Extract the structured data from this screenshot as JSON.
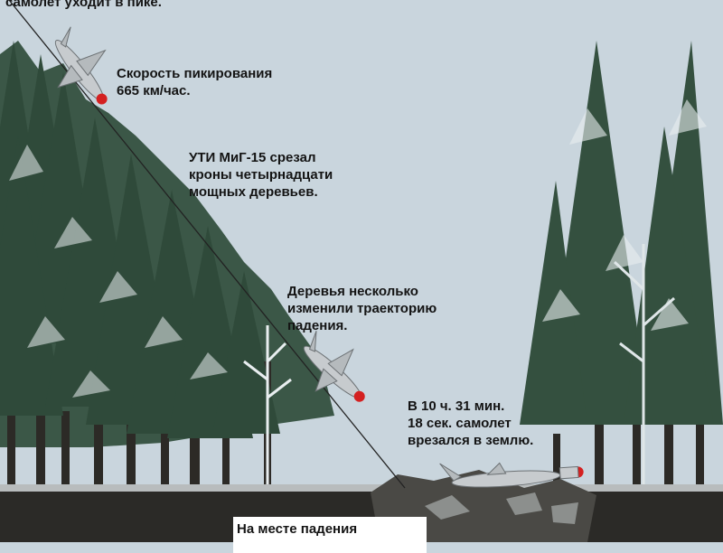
{
  "captions": {
    "top": "самолет уходит в пике.",
    "speed": "Скорость пикирования\n665 км/час.",
    "trees": "УТИ МиГ-15 срезал\nкроны четырнадцати\nмощных деревьев.",
    "trajectory": "Деревья несколько\nизменили траекторию\nпадения.",
    "impact": "В 10 ч. 31 мин.\n18 сек. самолет\nврезался в землю.",
    "crash_site": "На месте падения"
  },
  "colors": {
    "sky": "#c9d5dd",
    "foliage_dark": "#2f4a3a",
    "foliage_mid": "#4d6a57",
    "snow": "#e9eef0",
    "trunk": "#2c2a26",
    "ground": "#2b2a27",
    "ground_light": "#b8bcbd",
    "aircraft": "#c7cbce",
    "aircraft_nose": "#d42020",
    "path_line": "#222222"
  }
}
